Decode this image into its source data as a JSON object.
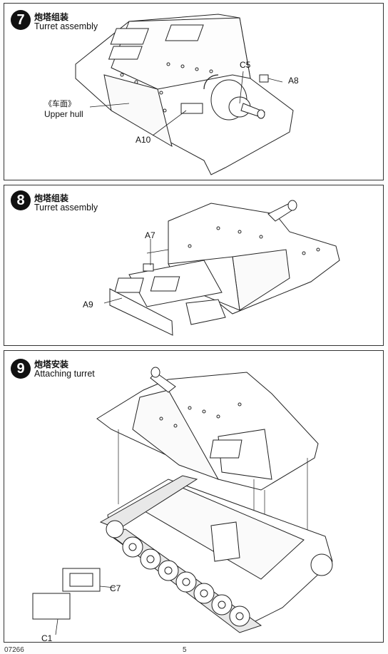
{
  "steps": [
    {
      "number": "7",
      "title_cn": "炮塔组装",
      "title_en": "Turret assembly",
      "callouts": {
        "c5": "C5",
        "a8": "A8",
        "upper_hull_cn": "《车面》",
        "upper_hull_en": "Upper hull",
        "a10": "A10"
      }
    },
    {
      "number": "8",
      "title_cn": "炮塔组装",
      "title_en": "Turret assembly",
      "callouts": {
        "a7": "A7",
        "a9": "A9"
      }
    },
    {
      "number": "9",
      "title_cn": "炮塔安装",
      "title_en": "Attaching turret",
      "callouts": {
        "c7": "C7",
        "c1": "C1"
      }
    }
  ],
  "footer": {
    "code": "07266",
    "page": "5"
  }
}
